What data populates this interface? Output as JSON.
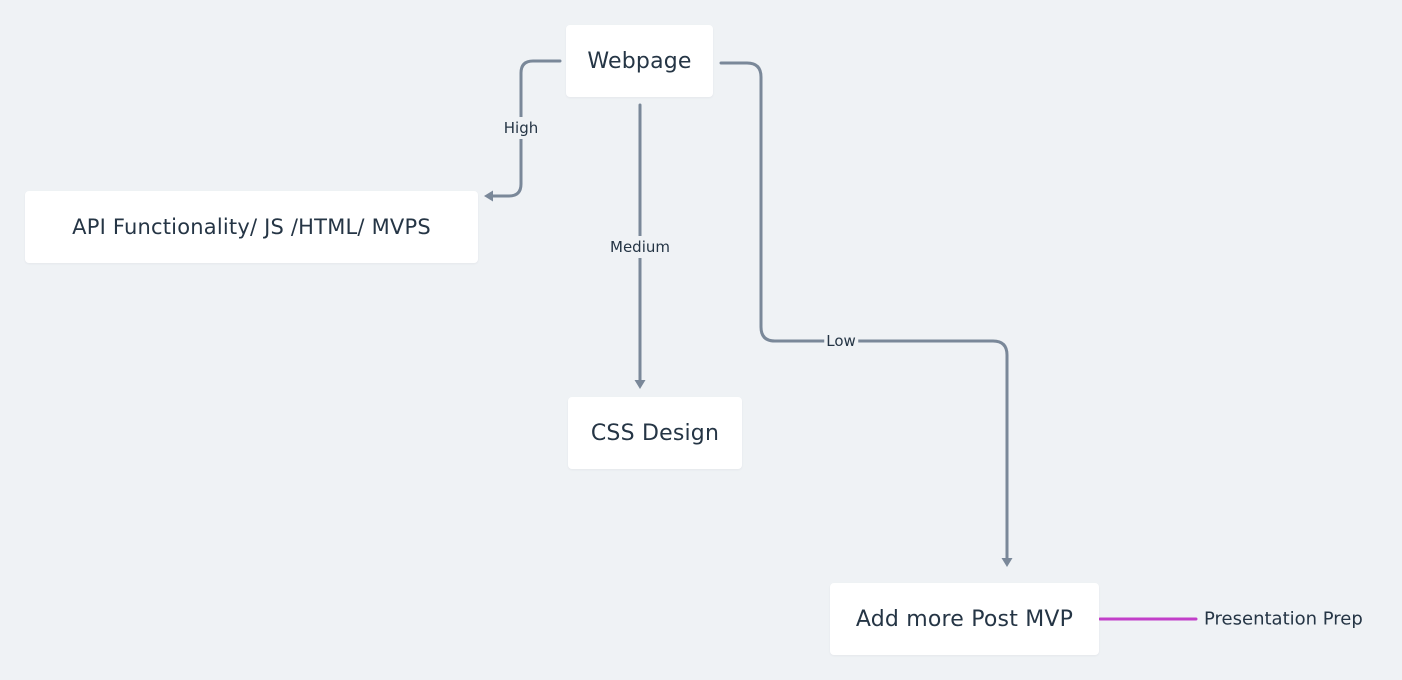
{
  "nodes": {
    "webpage": "Webpage",
    "api": "API Functionality/ JS /HTML/ MVPS",
    "css": "CSS Design",
    "post_mvp": "Add more Post MVP",
    "presentation": "Presentation Prep"
  },
  "edges": {
    "high": "High",
    "medium": "Medium",
    "low": "Low"
  },
  "colors": {
    "background": "#eff2f5",
    "connector": "#7a8899",
    "accent_line": "#c23fc9",
    "node_fill": "#ffffff",
    "text": "#253545"
  }
}
